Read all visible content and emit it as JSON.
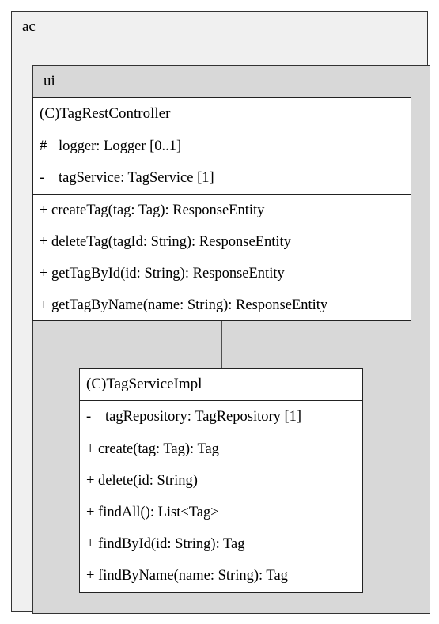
{
  "packages": {
    "outer": {
      "name": "ac"
    },
    "inner": {
      "name": "ui"
    }
  },
  "classes": {
    "controller": {
      "name": "(C)TagRestController",
      "attributes": [
        {
          "visibility": "#",
          "text": "logger: Logger [0..1]"
        },
        {
          "visibility": "-",
          "text": "tagService: TagService [1]"
        }
      ],
      "operations": [
        "+ createTag(tag: Tag): ResponseEntity",
        "+ deleteTag(tagId: String): ResponseEntity",
        "+ getTagById(id: String): ResponseEntity",
        "+ getTagByName(name: String): ResponseEntity"
      ]
    },
    "service": {
      "name": "(C)TagServiceImpl",
      "attributes": [
        {
          "visibility": "-",
          "text": "tagRepository: TagRepository [1]"
        }
      ],
      "operations": [
        "+ create(tag: Tag): Tag",
        "+ delete(id: String)",
        "+ findAll(): List<Tag>",
        "+ findById(id: String): Tag",
        "+ findByName(name: String): Tag"
      ]
    }
  },
  "colors": {
    "outer_package_fill": "#f0f0f0",
    "inner_package_fill": "#d8d8d8",
    "class_fill": "#ffffff",
    "border": "#222222"
  }
}
